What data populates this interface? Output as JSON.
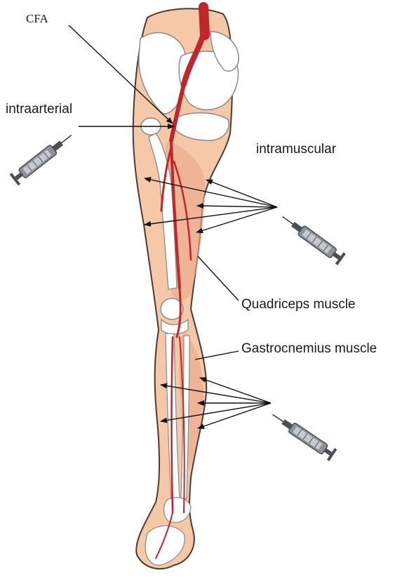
{
  "labels": {
    "cfa": "CFA",
    "intraarterial": "intraarterial",
    "intramuscular": "intramuscular",
    "quadriceps": "Quadriceps muscle",
    "gastrocnemius": "Gastrocnemius muscle"
  },
  "colors": {
    "skin": "#f5c8a8",
    "skin_outline": "#4a3a32",
    "bone": "#ffffff",
    "bone_outline": "#8a8a8a",
    "artery": "#c0272d",
    "muscle": "#eaa98a",
    "arrow": "#111111",
    "syringe_body": "#8c9299",
    "syringe_dark": "#4a4f55"
  },
  "icons": {
    "syringe": "syringe-icon",
    "arrowhead": "arrowhead-icon"
  }
}
